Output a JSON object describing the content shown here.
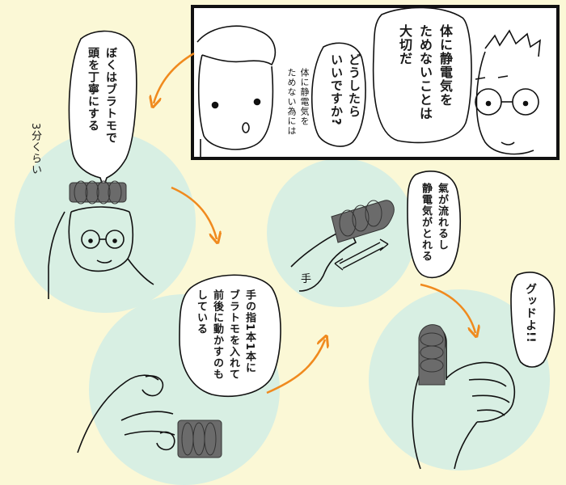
{
  "panel_top": {
    "boy_q": "どうしたら\nいいですか?",
    "boy_note": "体に静電気を\nためない為には",
    "man_a": "体に静電気を\nためないことは\n大切だ"
  },
  "step1": {
    "caption": "ぼくはブラトモで\n頭を丁寧にする",
    "duration": "3分くらい"
  },
  "step2": {
    "hand_label": "手",
    "caption": "氣が流れるし\n静電気がとれる"
  },
  "step3": {
    "caption": "手の指1本1本に\nブラトモを入れて\n前後に動かすのも\nしている"
  },
  "step4": {
    "caption": "グッドよ!!"
  },
  "colors": {
    "background": "#fbf8d6",
    "circle": "#d8efe3",
    "arrow": "#f08a1e",
    "brush": "#6b6b6b"
  }
}
